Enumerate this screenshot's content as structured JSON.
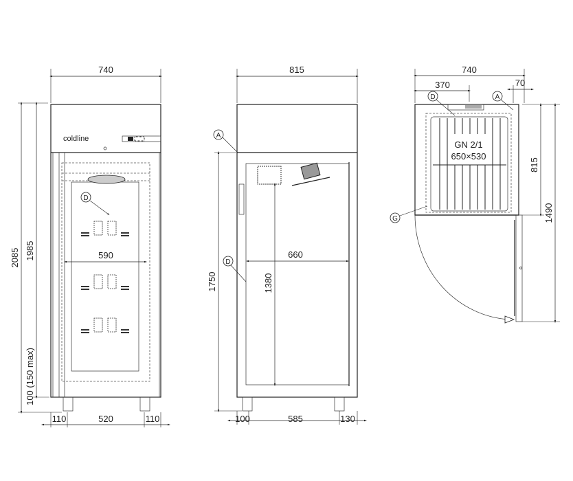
{
  "front_view": {
    "brand": "coldline",
    "width_top": "740",
    "total_height": "2085",
    "body_height": "1985",
    "feet_height": "100 (150 max)",
    "inner_width": "590",
    "feet_left": "110",
    "feet_span": "520",
    "feet_right": "110",
    "callout_d": "D"
  },
  "side_view": {
    "depth_top": "815",
    "inner_depth": "660",
    "inner_height_total": "1750",
    "inner_height": "1380",
    "bottom_left": "100",
    "bottom_span": "585",
    "bottom_right": "130",
    "callout_a": "A",
    "callout_d": "D"
  },
  "top_view": {
    "width": "740",
    "half_width": "370",
    "offset": "70",
    "depth": "815",
    "depth_door_open": "1490",
    "tray_type": "GN 2/1",
    "tray_size": "650×530",
    "callout_d": "D",
    "callout_a": "A",
    "callout_g": "G"
  }
}
